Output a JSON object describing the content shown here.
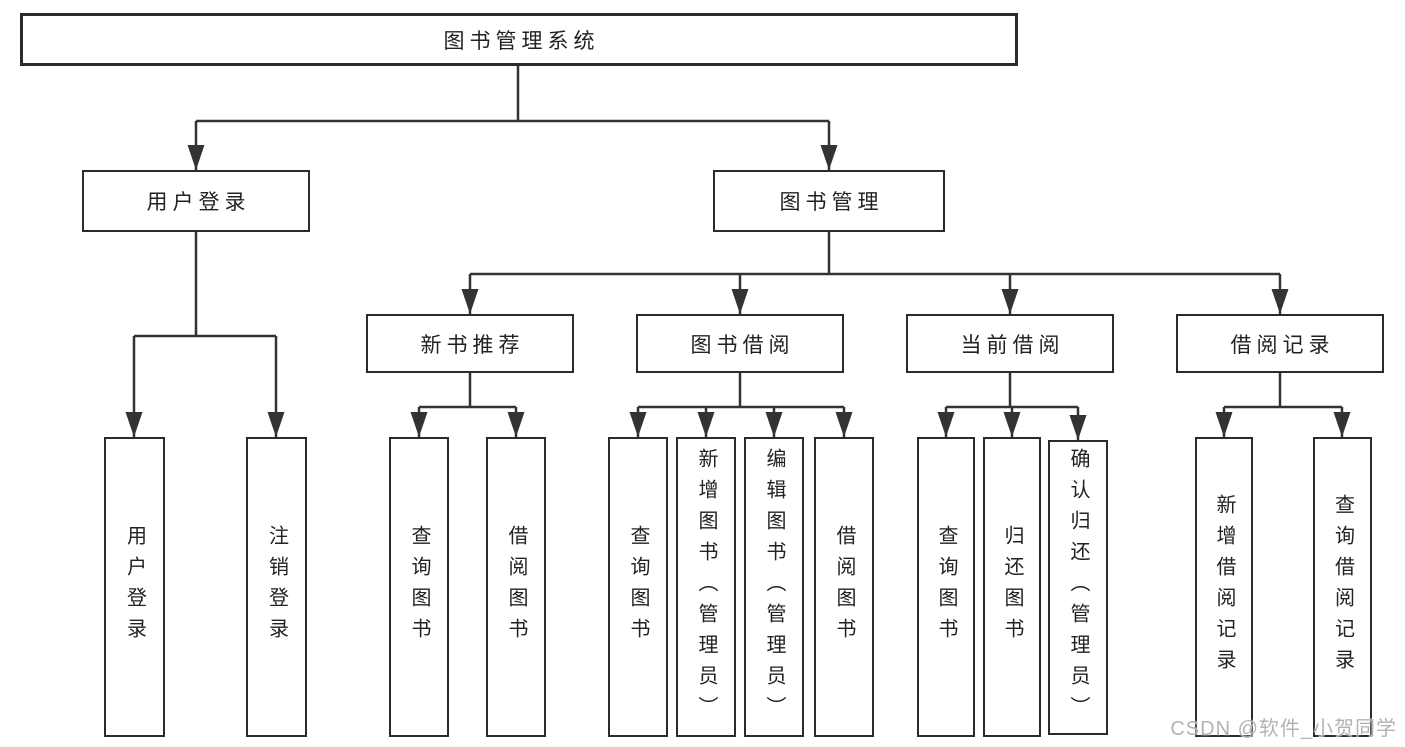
{
  "nodes": {
    "root": "图书管理系统",
    "level2": [
      "用户登录",
      "图书管理"
    ],
    "level3": [
      "新书推荐",
      "图书借阅",
      "当前借阅",
      "借阅记录"
    ],
    "leaves_user": [
      "用户登录",
      "注销登录"
    ],
    "leaves_newbook": [
      "查询图书",
      "借阅图书"
    ],
    "leaves_borrow": [
      "查询图书",
      "新增图书（管理员）",
      "编辑图书（管理员）",
      "借阅图书"
    ],
    "leaves_current": [
      "查询图书",
      "归还图书",
      "确认归还（管理员）"
    ],
    "leaves_records": [
      "新增借阅记录",
      "查询借阅记录"
    ]
  },
  "watermark": "CSDN @软件_小贺同学",
  "colors": {
    "line": "#333333",
    "box_border": "#2b2b2b",
    "text": "#222222",
    "watermark": "#b3b3b3",
    "background": "#ffffff"
  }
}
